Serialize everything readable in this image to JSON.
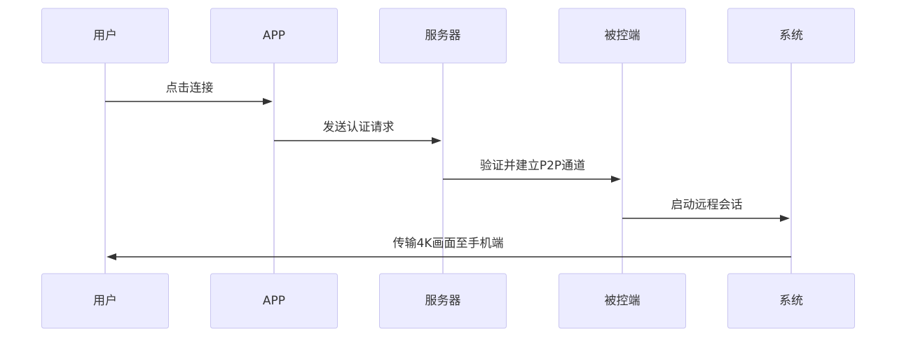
{
  "participants": [
    {
      "id": "user",
      "label": "用户"
    },
    {
      "id": "app",
      "label": "APP"
    },
    {
      "id": "server",
      "label": "服务器"
    },
    {
      "id": "controlled",
      "label": "被控端"
    },
    {
      "id": "system",
      "label": "系统"
    }
  ],
  "messages": [
    {
      "from": "user",
      "to": "app",
      "label": "点击连接"
    },
    {
      "from": "app",
      "to": "server",
      "label": "发送认证请求"
    },
    {
      "from": "server",
      "to": "controlled",
      "label": "验证并建立P2P通道"
    },
    {
      "from": "controlled",
      "to": "system",
      "label": "启动远程会话"
    },
    {
      "from": "system",
      "to": "user",
      "label": "传输4K画面至手机端"
    }
  ],
  "colors": {
    "actor_fill": "#ececff",
    "actor_stroke": "#c9c5f0",
    "lifeline": "#d6d0f2",
    "message": "#333333"
  }
}
